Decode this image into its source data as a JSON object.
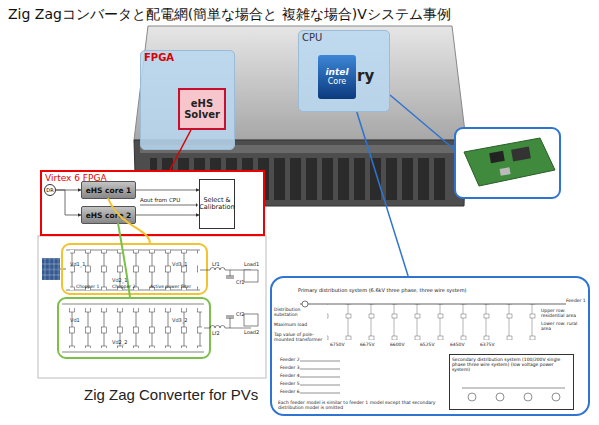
{
  "diagram": {
    "title": "Zig Zagコンバータと配電網(簡単な場合と 複雑な場合)Vシステム事例",
    "caption": "Zig Zag Converter for PVs",
    "nodes": [
      {
        "text": [
          "FPGA"
        ]
      },
      {
        "text": [
          "eHS Solver"
        ],
        "in": 0
      },
      {
        "text": [
          "CPU"
        ]
      },
      {
        "text": [
          "intel",
          "Core"
        ],
        "in": 2
      },
      {
        "text": [
          "Virtex 6 FPGA"
        ]
      },
      {
        "text": [
          "DR"
        ],
        "in": 4
      },
      {
        "text": [
          "eHS core 1"
        ],
        "in": 4
      },
      {
        "text": [
          "eHS core 2"
        ],
        "in": 4
      },
      {
        "text": [
          "Select & Calibration"
        ],
        "in": 4
      },
      {
        "text": [
          "Primary distribution system (6.6kV three phase, three wire system)"
        ]
      },
      {
        "text": [
          "Secondary distribution system (100/200V single phase three wire system) (low voltage power system)"
        ],
        "in": 9
      }
    ],
    "edges": [
      {
        "from": 1,
        "to": 4,
        "arrow": "none"
      },
      {
        "from": 5,
        "to": 6,
        "arrow": "to"
      },
      {
        "from": 5,
        "to": 7,
        "arrow": "to"
      },
      {
        "from": 6,
        "to": 8,
        "arrow": "to"
      },
      {
        "from": 7,
        "to": 8,
        "arrow": "to"
      },
      {
        "from": 2,
        "to": 9,
        "arrow": "none"
      }
    ],
    "labels": [
      "ry",
      "Aout from CPU",
      "Vd1_1",
      "Vd2_1",
      "Vd3_1",
      "Chopper 1",
      "Chopper 2",
      "Active power filter",
      "Lf1",
      "Cf1",
      "Load1",
      "Vd1",
      "Vd2_2",
      "Vd3_2",
      "Cf2",
      "Lf2",
      "Load2",
      "Distribution substation",
      "Feeder 1",
      "Upper row: residential area",
      "Lower row: rural area",
      "Maximum load",
      "Tap value of pole-mounted transformer",
      "6750V",
      "6675V",
      "6600V",
      "6525V",
      "6450V",
      "6375V",
      "Feeder 2",
      "Feeder 3",
      "Feeder 4",
      "Feeder 5",
      "Feeder 6",
      "Each feeder model is similar to feeder 1 model except that secondary distribution model is omitted"
    ]
  }
}
